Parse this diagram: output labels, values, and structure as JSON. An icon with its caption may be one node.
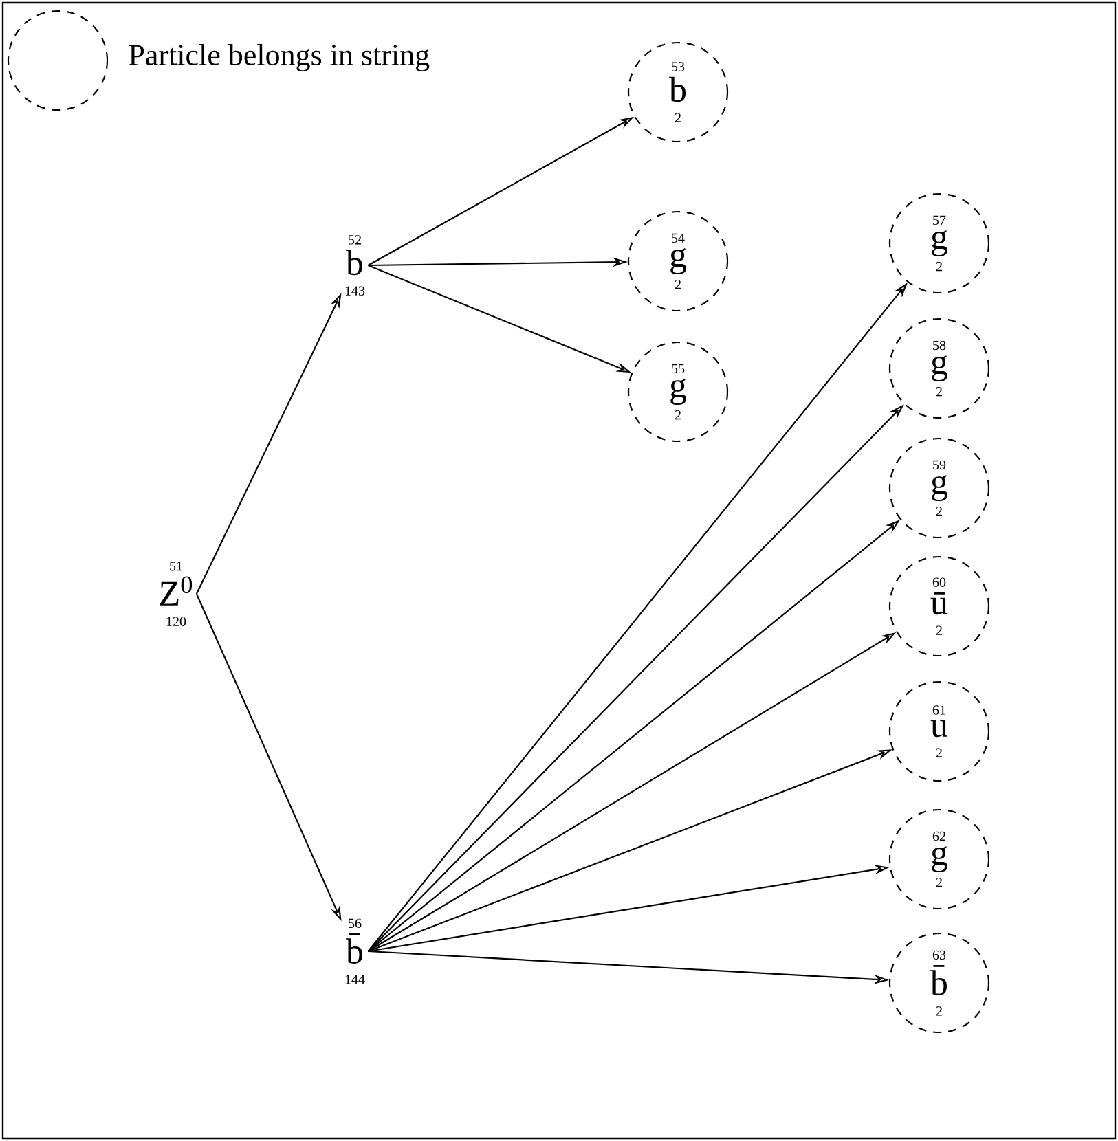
{
  "diagram": {
    "nodes": [
      {
        "text": [
          "51",
          "Z$^{0}$",
          "120"
        ]
      },
      {
        "text": [
          "52",
          "b",
          "143"
        ]
      },
      {
        "text": [
          "53",
          "b",
          "2"
        ]
      },
      {
        "text": [
          "54",
          "g",
          "2"
        ]
      },
      {
        "text": [
          "55",
          "g",
          "2"
        ]
      },
      {
        "text": [
          "56",
          "b̄",
          "144"
        ]
      },
      {
        "text": [
          "57",
          "g",
          "2"
        ]
      },
      {
        "text": [
          "58",
          "g",
          "2"
        ]
      },
      {
        "text": [
          "59",
          "g",
          "2"
        ]
      },
      {
        "text": [
          "60",
          "ū",
          "2"
        ]
      },
      {
        "text": [
          "61",
          "u",
          "2"
        ]
      },
      {
        "text": [
          "62",
          "g",
          "2"
        ]
      },
      {
        "text": [
          "63",
          "b̄",
          "2"
        ]
      }
    ],
    "edges": [
      {
        "from": 0,
        "to": 1,
        "arrow": "to"
      },
      {
        "from": 0,
        "to": 5,
        "arrow": "to"
      },
      {
        "from": 1,
        "to": 2,
        "arrow": "to"
      },
      {
        "from": 1,
        "to": 3,
        "arrow": "to"
      },
      {
        "from": 1,
        "to": 4,
        "arrow": "to"
      },
      {
        "from": 5,
        "to": 6,
        "arrow": "to"
      },
      {
        "from": 5,
        "to": 7,
        "arrow": "to"
      },
      {
        "from": 5,
        "to": 8,
        "arrow": "to"
      },
      {
        "from": 5,
        "to": 9,
        "arrow": "to"
      },
      {
        "from": 5,
        "to": 10,
        "arrow": "to"
      },
      {
        "from": 5,
        "to": 11,
        "arrow": "to"
      },
      {
        "from": 5,
        "to": 12,
        "arrow": "to"
      }
    ],
    "legend": [
      {
        "text": "Particle belongs in string"
      }
    ]
  }
}
